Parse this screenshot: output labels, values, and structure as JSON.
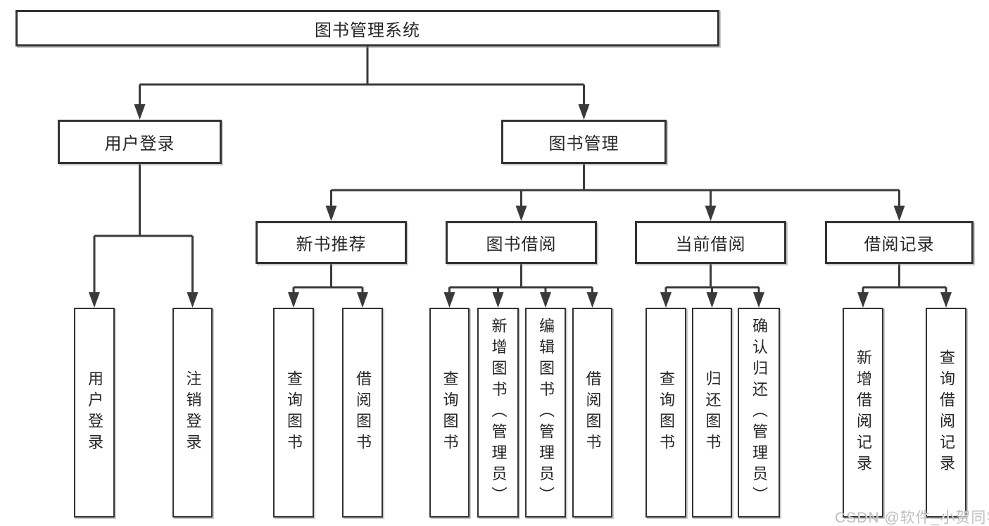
{
  "diagram": {
    "root": {
      "label": "图书管理系统"
    },
    "level2": [
      {
        "id": "user-login",
        "label": "用户登录"
      },
      {
        "id": "book-management",
        "label": "图书管理"
      }
    ],
    "level3": [
      {
        "id": "new-book-recommendation",
        "parent": "图书管理",
        "label": "新书推荐"
      },
      {
        "id": "book-borrowing",
        "parent": "图书管理",
        "label": "图书借阅"
      },
      {
        "id": "current-borrowing",
        "parent": "图书管理",
        "label": "当前借阅"
      },
      {
        "id": "borrowing-records",
        "parent": "图书管理",
        "label": "借阅记录"
      }
    ],
    "leaves": [
      {
        "id": "leaf-user-login",
        "parent": "用户登录",
        "label": "用户登录"
      },
      {
        "id": "leaf-logout",
        "parent": "用户登录",
        "label": "注销登录"
      },
      {
        "id": "leaf-query-books-recommend",
        "parent": "新书推荐",
        "label": "查询图书"
      },
      {
        "id": "leaf-borrow-books-recommend",
        "parent": "新书推荐",
        "label": "借阅图书"
      },
      {
        "id": "leaf-query-books-borrow",
        "parent": "图书借阅",
        "label": "查询图书"
      },
      {
        "id": "leaf-add-books-admin",
        "parent": "图书借阅",
        "label": "新增图书（管理员）"
      },
      {
        "id": "leaf-edit-books-admin",
        "parent": "图书借阅",
        "label": "编辑图书（管理员）"
      },
      {
        "id": "leaf-borrow-books",
        "parent": "图书借阅",
        "label": "借阅图书"
      },
      {
        "id": "leaf-query-books-current",
        "parent": "当前借阅",
        "label": "查询图书"
      },
      {
        "id": "leaf-return-books",
        "parent": "当前借阅",
        "label": "归还图书"
      },
      {
        "id": "leaf-confirm-return-admin",
        "parent": "当前借阅",
        "label": "确认归还（管理员）"
      },
      {
        "id": "leaf-add-borrow-record",
        "parent": "借阅记录",
        "label": "新增借阅记录"
      },
      {
        "id": "leaf-query-borrow-record",
        "parent": "借阅记录",
        "label": "查询借阅记录"
      }
    ]
  },
  "watermark": {
    "text": "CSDN @软件_小贺同学"
  },
  "colors": {
    "line": "#3a3a3a",
    "box_border": "#333333",
    "text": "#262626",
    "background": "#ffffff",
    "watermark": "#bababa"
  }
}
